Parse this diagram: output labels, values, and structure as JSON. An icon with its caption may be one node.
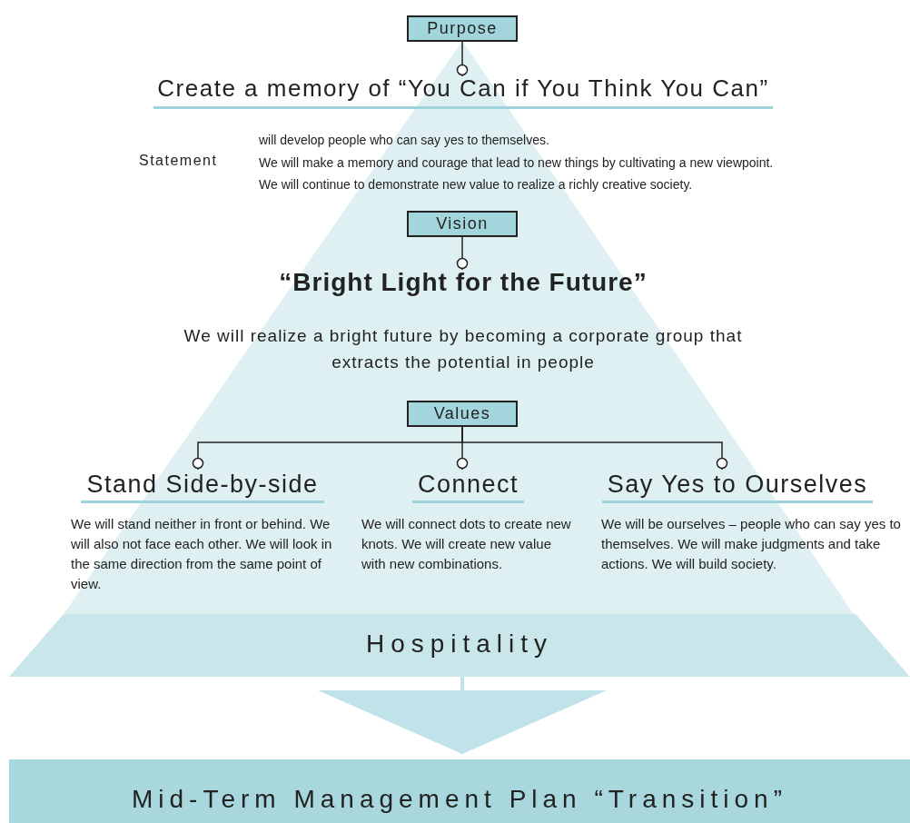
{
  "diagram": {
    "nodes": [
      {
        "text": [
          "Purpose"
        ]
      },
      {
        "text": [
          "Create a memory of “You Can if You Think You Can”"
        ]
      },
      {
        "text": [
          "Vision"
        ]
      },
      {
        "text": [
          "“Bright Light for the Future”"
        ]
      },
      {
        "text": [
          "Values"
        ]
      },
      {
        "text": [
          "Stand Side-by-side",
          "We will stand neither in front or behind. We will also not face each other. We will look in the same direction from the same point of view."
        ]
      },
      {
        "text": [
          "Connect",
          "We will connect dots to create new knots. We will create new value with new combinations."
        ]
      },
      {
        "text": [
          "Say Yes to Ourselves",
          "We will be ourselves – people who can say yes to themselves. We will make judgments and take actions. We will build society."
        ]
      },
      {
        "text": [
          "Hospitality"
        ]
      },
      {
        "text": [
          "Mid-Term Management Plan “Transition”"
        ]
      }
    ],
    "edges": [
      {
        "from": 0,
        "to": 1,
        "arrow": "other"
      },
      {
        "from": 2,
        "to": 3,
        "arrow": "other"
      },
      {
        "from": 4,
        "to": 5,
        "arrow": "other"
      },
      {
        "from": 4,
        "to": 6,
        "arrow": "other"
      },
      {
        "from": 4,
        "to": 7,
        "arrow": "other"
      },
      {
        "from": 8,
        "to": 9,
        "arrow": "to",
        "style": "thick",
        "color": "#bfe3e8"
      }
    ],
    "labels": [
      "will develop people who can say yes to themselves.",
      "Statement",
      "We will make a memory and courage that lead to new things by cultivating a new viewpoint.",
      "We will continue to demonstrate new value to realize a richly creative society.",
      "We will realize a bright future by becoming a corporate group that extracts the potential in people"
    ]
  }
}
